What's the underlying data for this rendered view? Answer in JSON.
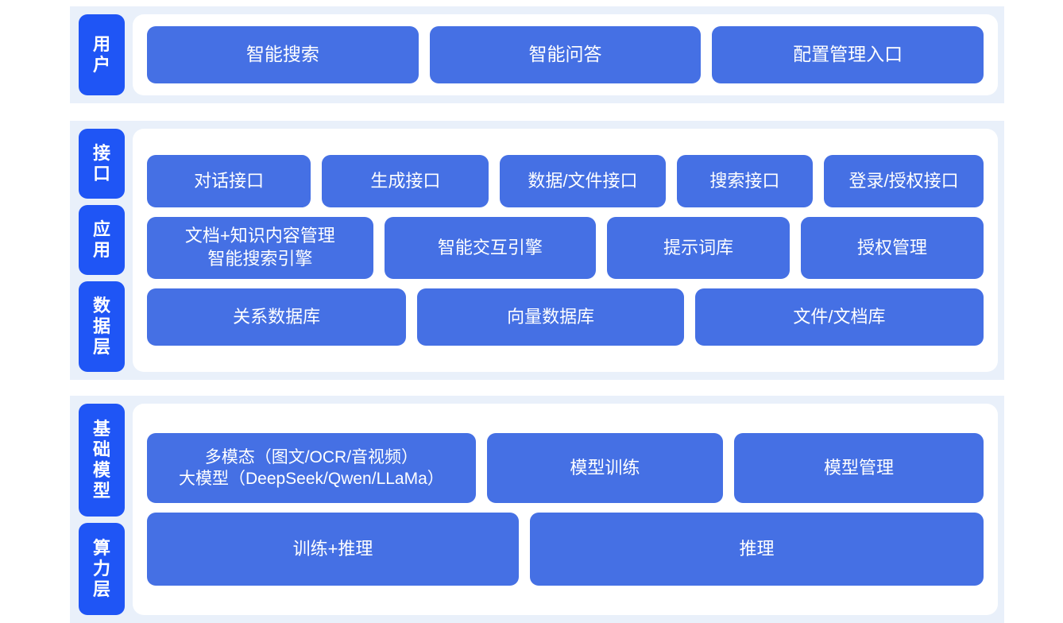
{
  "theme": {
    "page_background": "#ffffff",
    "section_background": "#e9f0fa",
    "panel_background": "#ffffff",
    "tab_blue": "#1f55f5",
    "card_blue": "#4570e4",
    "card_text": "#ffffff"
  },
  "sections": [
    {
      "id": "user",
      "tabs": [
        {
          "label": "用户"
        }
      ],
      "rows": [
        {
          "id": "user-entries",
          "cards": [
            {
              "label": "智能搜索",
              "flex": 1
            },
            {
              "label": "智能问答",
              "flex": 1
            },
            {
              "label": "配置管理入口",
              "flex": 1
            }
          ]
        }
      ]
    },
    {
      "id": "middle",
      "tabs": [
        {
          "label": "接口"
        },
        {
          "label": "应用"
        },
        {
          "label": "数据层"
        }
      ],
      "rows": [
        {
          "id": "interface",
          "cards": [
            {
              "label": "对话接口",
              "flex": 1.02
            },
            {
              "label": "生成接口",
              "flex": 1.04
            },
            {
              "label": "数据/文件接口",
              "flex": 1.03
            },
            {
              "label": "搜索接口",
              "flex": 0.83
            },
            {
              "label": "登录/授权接口",
              "flex": 0.99
            }
          ]
        },
        {
          "id": "app",
          "cards": [
            {
              "label": "文档+知识内容管理\n智能搜索引擎",
              "flex": 1.16,
              "multiline": true
            },
            {
              "label": "智能交互引擎",
              "flex": 1.08
            },
            {
              "label": "提示词库",
              "flex": 0.92
            },
            {
              "label": "授权管理",
              "flex": 0.92
            }
          ]
        },
        {
          "id": "data",
          "cards": [
            {
              "label": "关系数据库",
              "flex": 1
            },
            {
              "label": "向量数据库",
              "flex": 1.03
            },
            {
              "label": "文件/文档库",
              "flex": 1.12
            }
          ]
        }
      ]
    },
    {
      "id": "base",
      "tabs": [
        {
          "label": "基础模型"
        },
        {
          "label": "算力层"
        }
      ],
      "rows": [
        {
          "id": "model",
          "cards": [
            {
              "label": "多模态（图文/OCR/音视频）\n大模型（DeepSeek/Qwen/LLaMa）",
              "flex": 1.42,
              "multiline": true,
              "small": true
            },
            {
              "label": "模型训练",
              "flex": 1.0
            },
            {
              "label": "模型管理",
              "flex": 1.06
            }
          ]
        },
        {
          "id": "compute",
          "cards": [
            {
              "label": "训练+推理",
              "flex": 1
            },
            {
              "label": "推理",
              "flex": 1.23
            }
          ]
        }
      ]
    }
  ]
}
